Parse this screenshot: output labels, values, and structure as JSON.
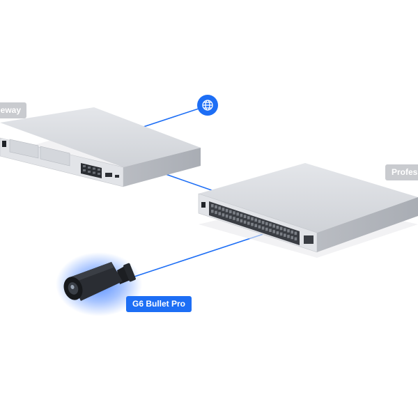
{
  "nodes": {
    "gateway": {
      "label": "eway"
    },
    "switch": {
      "label": "Profess"
    },
    "camera": {
      "label": "G6 Bullet Pro"
    },
    "internet": {
      "icon": "globe-icon"
    }
  },
  "connections": [
    {
      "from": "gateway",
      "to": "internet"
    },
    {
      "from": "gateway",
      "to": "switch"
    },
    {
      "from": "switch",
      "to": "camera"
    }
  ],
  "colors": {
    "link": "#1d6ef5",
    "accent": "#1d6ef5",
    "device": "#d3d6db",
    "label_grey": "#c9cbcf",
    "glow": "#3d7dff"
  }
}
